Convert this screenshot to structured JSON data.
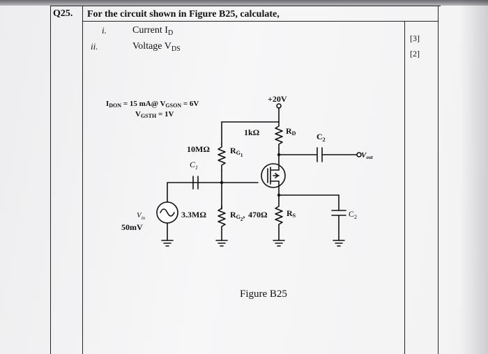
{
  "question": {
    "number": "Q25.",
    "prompt": "For the circuit shown in Figure B25, calculate,",
    "items": [
      {
        "num": "i.",
        "text_main": "Current I",
        "text_sub": "D",
        "marks": "[3]"
      },
      {
        "num": "ii.",
        "text_main": "Voltage V",
        "text_sub": "DS",
        "marks": "[2]"
      }
    ]
  },
  "circuit": {
    "param_line1_a": "I",
    "param_line1_a_sub": "DON",
    "param_line1_b": " = 15 mA@ V",
    "param_line1_b_sub": "GSON",
    "param_line1_c": " = 6V",
    "param_line2_a": "V",
    "param_line2_a_sub": "GSTH",
    "param_line2_b": " = 1V",
    "vdd": "+20V",
    "rd_value": "1kΩ",
    "rd_name": "R",
    "rd_sub": "D",
    "c2_top": "C",
    "c2_top_sub": "2",
    "vout": "V",
    "vout_sub": "out",
    "rg1_value": "10MΩ",
    "rg1_name": "R",
    "rg1_sub": "G",
    "rg1_subsub": "1",
    "c1": "C",
    "c1_sub": "1",
    "vin": "V",
    "vin_sub": "in",
    "vin_value": "50mV",
    "rg2_value": "3.3MΩ",
    "rg2_name": "R",
    "rg2_sub": "G",
    "rg2_subsub": "2",
    "rs_value": "470Ω",
    "rs_name": "R",
    "rs_sub": "S",
    "c2_bottom": "C",
    "c2_bottom_sub": "2"
  },
  "figure_caption": "Figure B25"
}
